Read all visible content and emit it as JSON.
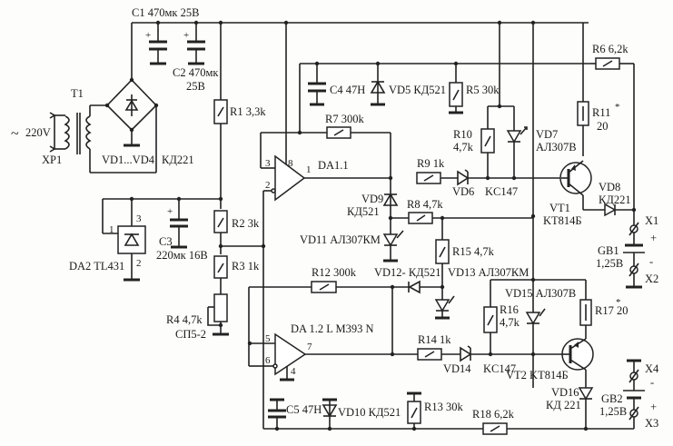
{
  "title": "Battery charger schematic",
  "colors": {
    "ink": "#222222",
    "paper": "#fdfdfc"
  },
  "labels": {
    "c1": "C1 470мк  25В",
    "c2_name": "C2 470мк",
    "c2_volt": "25В",
    "t1": "T1",
    "ac": "220V",
    "tilde": "~",
    "xp1": "XP1",
    "bridge": "VD1...VD4",
    "bridge_type": "КД221",
    "r1": "R1 3,3k",
    "c4": "C4 47H",
    "vd5": "VD5 КД521",
    "r5": "R5 30k",
    "r6": "R6 6,2k",
    "r7": "R7 300k",
    "r10_name": "R10",
    "r10_val": "4,7k",
    "r11_name": "R11",
    "r11_star": "*",
    "r11_val": "20",
    "vd7_name": "VD7",
    "vd7_type": "АЛ307В",
    "da1": "DA1.1",
    "r9": "R9  1k",
    "vd6": "VD6",
    "kc147_1": "KC147",
    "vt1_name": "VT1",
    "vt1_type": "KT814Б",
    "vd8_name": "VD8",
    "vd8_type": "КД221",
    "x1": "X1",
    "x2": "X2",
    "plus1": "+",
    "minus1": "-",
    "gb1_name": "GB1",
    "gb1_volt": "1,25В",
    "vd9_name": "VD9",
    "vd9_type": "КД521",
    "r8": "R8 4,7k",
    "vd11": "VD11 АЛ307КМ",
    "r15": "R15 4,7k",
    "r2": "R2 3k",
    "r3": "R3 1k",
    "c3_name": "C3",
    "c3_val": "220мк 16В",
    "da2": "DA2 TL431",
    "r4": "R4 4,7k",
    "cp5": "СП5-2",
    "r12": "R12   300k",
    "vd12": "VD12- КД521",
    "vd13": "VD13 АЛ307КМ",
    "vd15": "VD15 АЛ307В",
    "r16_name": "R16",
    "r16_val": "4,7k",
    "r17_name": "R17",
    "r17_val": "20",
    "da12": "DA 1.2    L M393 N",
    "r14": "R14 1k",
    "vd14": "VD14",
    "kc147_2": "KC147",
    "vt2": "VT2 KT814Б",
    "vd16_name": "VD16",
    "vd16_type": "КД 221",
    "gb2_name": "GB2",
    "gb2_volt": "1,25В",
    "x3": "X3",
    "x4": "X4",
    "plus2": "+",
    "minus2": "-",
    "c5": "C5 47H",
    "vd10": "VD10  КД521",
    "r13": "R13     30k",
    "r18": "R18   6,2k",
    "pins": {
      "p1": "1",
      "p2": "2",
      "p3": "3",
      "p4": "4",
      "p5": "5",
      "p6": "6",
      "p7": "7",
      "p8": "8",
      "da2_1": "1",
      "da2_2": "2",
      "da2_3": "3",
      "cap_plus": "+"
    }
  }
}
